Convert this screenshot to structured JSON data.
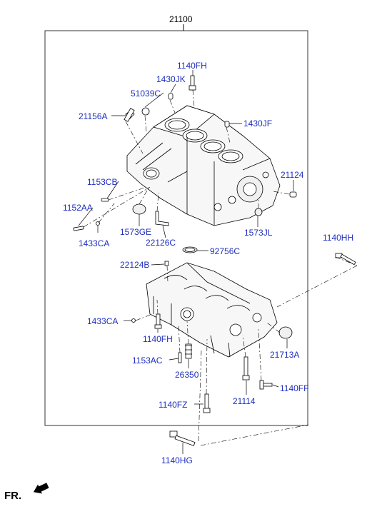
{
  "colors": {
    "part_label": "#1f2fbf",
    "line": "#000000",
    "frame": "#333333"
  },
  "assembly_number": "21100",
  "labels": {
    "l1140FH_top": "1140FH",
    "l1430JK": "1430JK",
    "l51039C": "51039C",
    "l21156A": "21156A",
    "l1430JF": "1430JF",
    "l21124": "21124",
    "l1153CB": "1153CB",
    "l1152AA": "1152AA",
    "l1573GE": "1573GE",
    "l1433CA_top": "1433CA",
    "l22126C": "22126C",
    "l1573JL": "1573JL",
    "l92756C": "92756C",
    "l1140HH": "1140HH",
    "l22124B": "22124B",
    "l1433CA_bot": "1433CA",
    "l1140FH_bot": "1140FH",
    "l21713A": "21713A",
    "l1153AC": "1153AC",
    "l26350": "26350",
    "l1140FF": "1140FF",
    "l21114": "21114",
    "l1140FZ": "1140FZ",
    "l1140HG": "1140HG"
  },
  "direction_indicator": {
    "text": "FR.",
    "icon": "forward-arrow-icon"
  }
}
